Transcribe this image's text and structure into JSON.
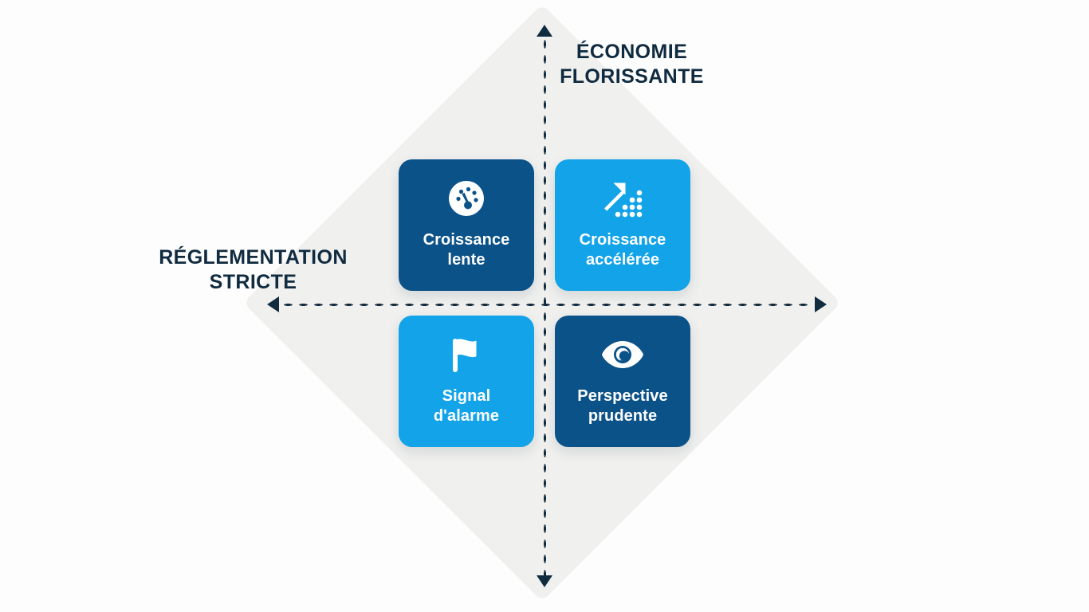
{
  "diagram": {
    "type": "2x2-matrix",
    "background_color": "#fdfdfd",
    "diamond_color": "#f0f0ef",
    "axis_color": "#122c3f",
    "axes": {
      "vertical_top_label": "ÉCONOMIE\nFLORISSANTE",
      "horizontal_left_label": "RÉGLEMENTATION\nSTRICTE",
      "vertical_axis_name": "vertical-axis",
      "horizontal_axis_name": "horizontal-axis"
    },
    "colors": {
      "dark_blue": "#0b5289",
      "light_blue": "#12a3e8",
      "navy_text": "#102b40",
      "card_text": "#ffffff"
    },
    "quadrants": [
      {
        "position": "top-left",
        "label": "Croissance\nlente",
        "icon": "gauge-icon",
        "color": "#0b5289",
        "theme": "dark"
      },
      {
        "position": "top-right",
        "label": "Croissance\naccélérée",
        "icon": "growth-arrow-dots-icon",
        "color": "#12a3e8",
        "theme": "light"
      },
      {
        "position": "bottom-left",
        "label": "Signal\nd'alarme",
        "icon": "flag-icon",
        "color": "#12a3e8",
        "theme": "light"
      },
      {
        "position": "bottom-right",
        "label": "Perspective\nprudente",
        "icon": "eye-icon",
        "color": "#0b5289",
        "theme": "dark"
      }
    ]
  }
}
